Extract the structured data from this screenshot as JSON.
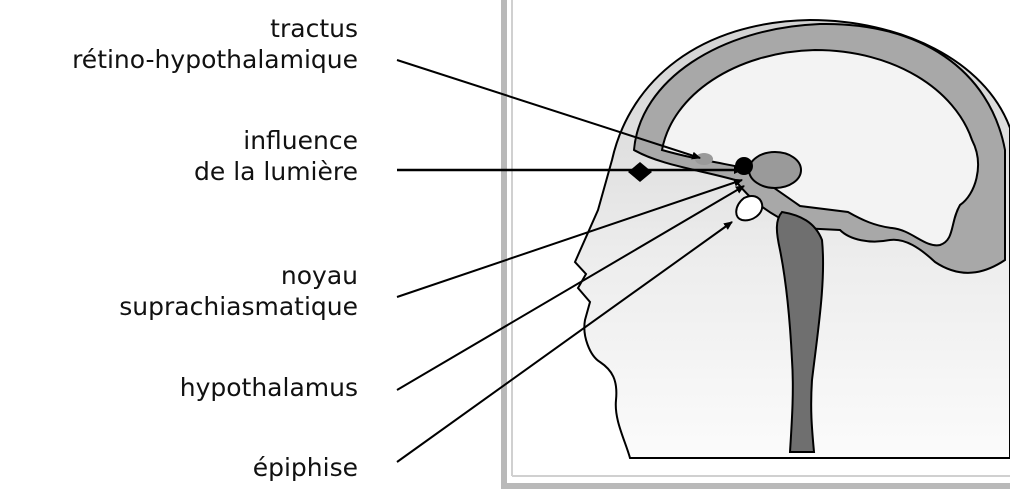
{
  "labels": {
    "tractus": {
      "line1": "tractus",
      "line2": "rétino-hypothalamique"
    },
    "lumiere": {
      "line1": "influence",
      "line2": "de la lumière"
    },
    "noyau": {
      "line1": "noyau",
      "line2": "suprachiasmatique"
    },
    "hypothalamus": {
      "line1": "hypothalamus"
    },
    "epiphise": {
      "line1": "épiphise"
    }
  },
  "colors": {
    "frame": "#b9b9b9",
    "outline": "#000000",
    "cortex": "#a8a8a8",
    "brainstem": "#6f6f6f",
    "nucleus": "#9a9a9a",
    "head_fill": "#e6e6e6"
  }
}
